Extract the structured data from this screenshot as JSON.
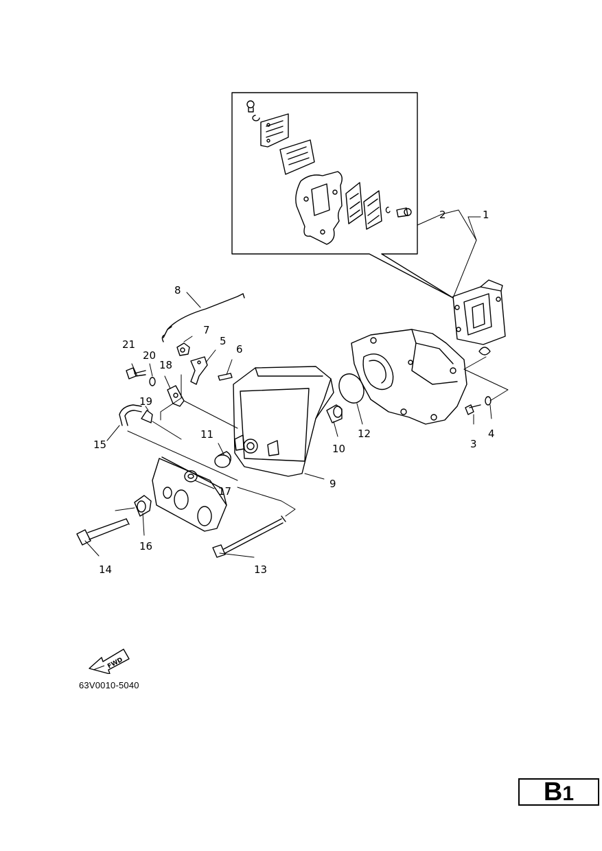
{
  "diagram": {
    "parts": [
      "1",
      "2",
      "3",
      "4",
      "5",
      "6",
      "7",
      "8",
      "9",
      "10",
      "11",
      "12",
      "13",
      "14",
      "15",
      "16",
      "17",
      "18",
      "19",
      "20",
      "21"
    ],
    "fwd_label": "FWD",
    "drawing_code": "63V0010-5040"
  },
  "badge": {
    "letter": "B",
    "number": "1"
  }
}
